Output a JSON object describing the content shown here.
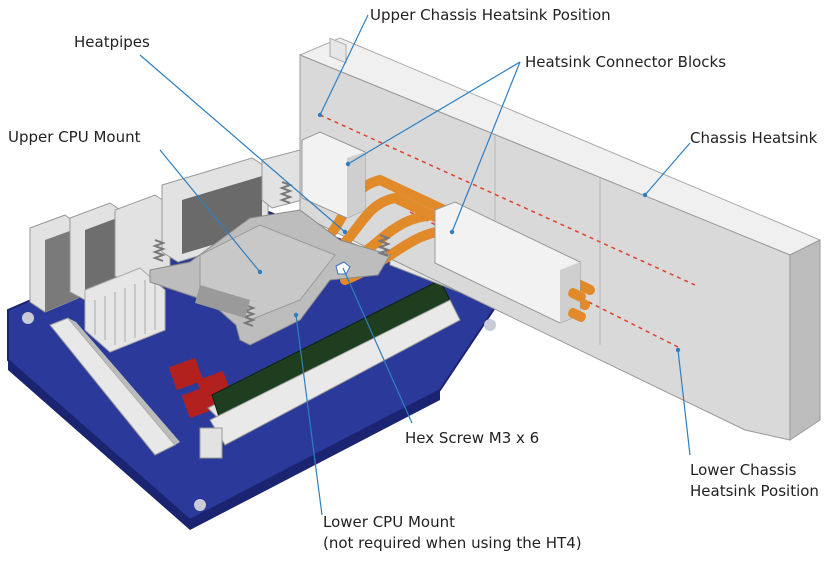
{
  "labels": {
    "upper_chassis_heatsink_position": "Upper Chassis Heatsink Position",
    "heatpipes": "Heatpipes",
    "heatsink_connector_blocks": "Heatsink Connector Blocks",
    "upper_cpu_mount": "Upper CPU Mount",
    "chassis_heatsink": "Chassis Heatsink",
    "hex_screw": "Hex Screw M3 x 6",
    "lower_chassis_heatsink_position_line1": "Lower Chassis",
    "lower_chassis_heatsink_position_line2": "Heatsink Position",
    "lower_cpu_mount_line1": "Lower CPU Mount",
    "lower_cpu_mount_line2": "(not required when using the HT4)"
  },
  "colors": {
    "leader_line": "#2f7fc0",
    "board": "#2b3a9a",
    "heatsink": "#d9d9d9",
    "heatpipe": "#e08a2a",
    "ram": "#1f3d1f",
    "dashed_position": "#e0402a"
  }
}
